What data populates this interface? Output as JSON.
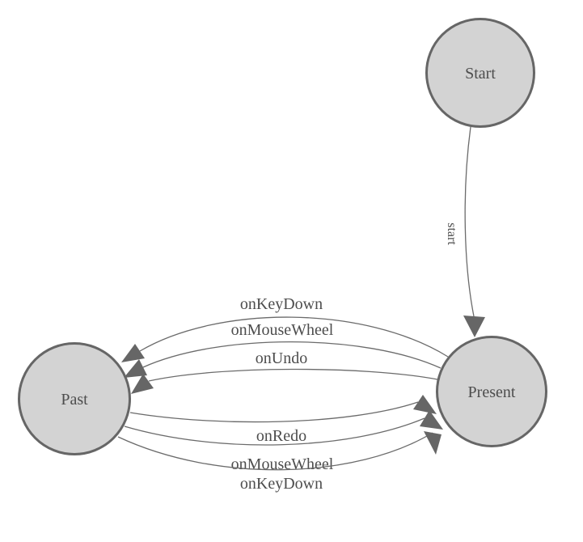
{
  "diagram": {
    "type": "state-machine",
    "background_color": "#ffffff",
    "node_fill_color": "#d3d3d3",
    "node_border_color": "#666666",
    "edge_line_color": "#6b6b6b",
    "arrowhead_color": "#666666",
    "text_color": "#4d4d4d",
    "nodes": [
      {
        "id": "start",
        "label": "Start",
        "shape": "circle"
      },
      {
        "id": "present",
        "label": "Present",
        "shape": "circle"
      },
      {
        "id": "past",
        "label": "Past",
        "shape": "circle"
      }
    ],
    "edges": [
      {
        "from": "start",
        "to": "present",
        "label": "start"
      },
      {
        "from": "present",
        "to": "past",
        "label": "onKeyDown"
      },
      {
        "from": "present",
        "to": "past",
        "label": "onMouseWheel"
      },
      {
        "from": "present",
        "to": "past",
        "label": "onUndo"
      },
      {
        "from": "past",
        "to": "present",
        "label": "onRedo"
      },
      {
        "from": "past",
        "to": "present",
        "label": "onMouseWheel"
      },
      {
        "from": "past",
        "to": "present",
        "label": "onKeyDown"
      }
    ]
  }
}
